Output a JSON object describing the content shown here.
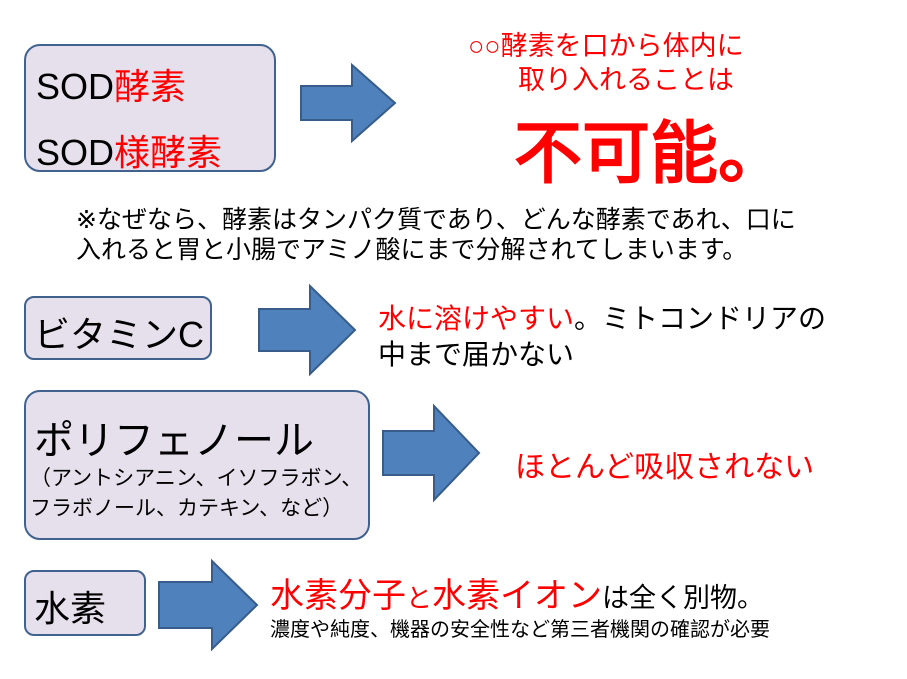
{
  "sod": {
    "line1_prefix": "SOD",
    "line1_red": "酵素",
    "line2_prefix": "SOD",
    "line2_red": "様酵素",
    "result_line1": "○○酵素を口から体内に",
    "result_line2": "取り入れることは",
    "result_big": "不可能。",
    "note_line1": "※なぜなら、酵素はタンパク質であり、どんな酵素であれ、口に",
    "note_line2": "入れると胃と小腸でアミノ酸にまで分解されてしまいます。"
  },
  "vitamin_c": {
    "label": "ビタミンC",
    "result_red": "水に溶けやすい",
    "result_black1": "。ミトコンドリアの",
    "result_black2": "中まで届かない"
  },
  "polyphenol": {
    "label": "ポリフェノール",
    "sub_line1": "（アントシアニン、イソフラボン、",
    "sub_line2": "フラボノール、カテキン、など）",
    "result": "ほとんど吸収されない"
  },
  "hydrogen": {
    "label": "水素",
    "result_red1": "水素分子",
    "result_red_small": "と",
    "result_red2": "水素イオン",
    "result_black": "は全く別物。",
    "note": "濃度や純度、機器の安全性など第三者機関の確認が必要"
  },
  "colors": {
    "red": "#ff0000",
    "box_fill": "#e6e0ec",
    "box_border": "#41628f",
    "arrow": "#4f81bd"
  }
}
